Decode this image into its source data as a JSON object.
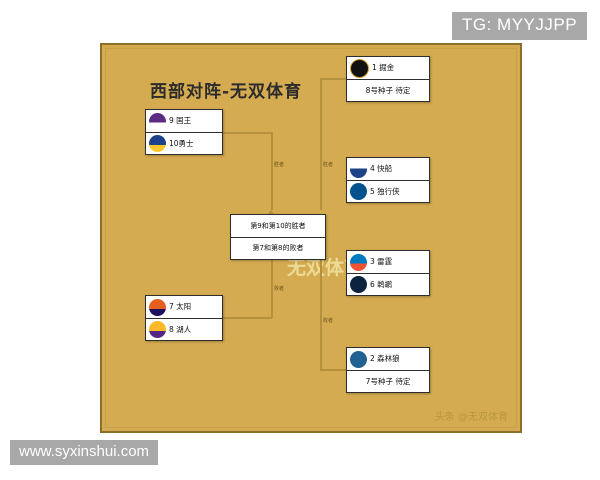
{
  "watermarks": {
    "tg_badge": "TG: MYYJJPP",
    "site": "www.syxinshui.com",
    "center": "无双体育",
    "corner": "头条 @无双体育"
  },
  "bracket": {
    "title": "西部对阵-无双体育",
    "edge_labels": {
      "kings_warriors_to_center": "胜者",
      "suns_lakers_to_center": "败者",
      "center_to_nuggets": "胜者",
      "center_to_wolves": "败者"
    },
    "boxes": [
      {
        "id": "play-in-9-10",
        "rows": [
          {
            "seed_label": "9 国王",
            "logo": "kings-logo",
            "has_logo": true
          },
          {
            "seed_label": "10勇士",
            "logo": "warriors-logo",
            "has_logo": true
          }
        ]
      },
      {
        "id": "play-in-7-8",
        "rows": [
          {
            "seed_label": "7 太阳",
            "logo": "suns-logo",
            "has_logo": true
          },
          {
            "seed_label": "8 湖人",
            "logo": "lakers-logo",
            "has_logo": true
          }
        ]
      },
      {
        "id": "seed-1-series",
        "rows": [
          {
            "seed_label": "1 掘金",
            "logo": "nuggets-logo",
            "has_logo": true
          },
          {
            "seed_label": "8号种子 待定",
            "logo": "",
            "has_logo": false
          }
        ]
      },
      {
        "id": "seed-4-5-series",
        "rows": [
          {
            "seed_label": "4 快船",
            "logo": "clippers-logo",
            "has_logo": true
          },
          {
            "seed_label": "5 独行侠",
            "logo": "mavericks-logo",
            "has_logo": true
          }
        ]
      },
      {
        "id": "seed-3-6-series",
        "rows": [
          {
            "seed_label": "3 雷霆",
            "logo": "thunder-logo",
            "has_logo": true
          },
          {
            "seed_label": "6 鹈鹕",
            "logo": "pelicans-logo",
            "has_logo": true
          }
        ]
      },
      {
        "id": "seed-2-series",
        "rows": [
          {
            "seed_label": "2 森林狼",
            "logo": "timberwolves-logo",
            "has_logo": true
          },
          {
            "seed_label": "7号种子 待定",
            "logo": "",
            "has_logo": false
          }
        ]
      }
    ],
    "center_box": {
      "id": "final-play-in",
      "rows": [
        {
          "label": "第9和第10的胜者"
        },
        {
          "label": "第7和第8的败者"
        }
      ]
    }
  }
}
